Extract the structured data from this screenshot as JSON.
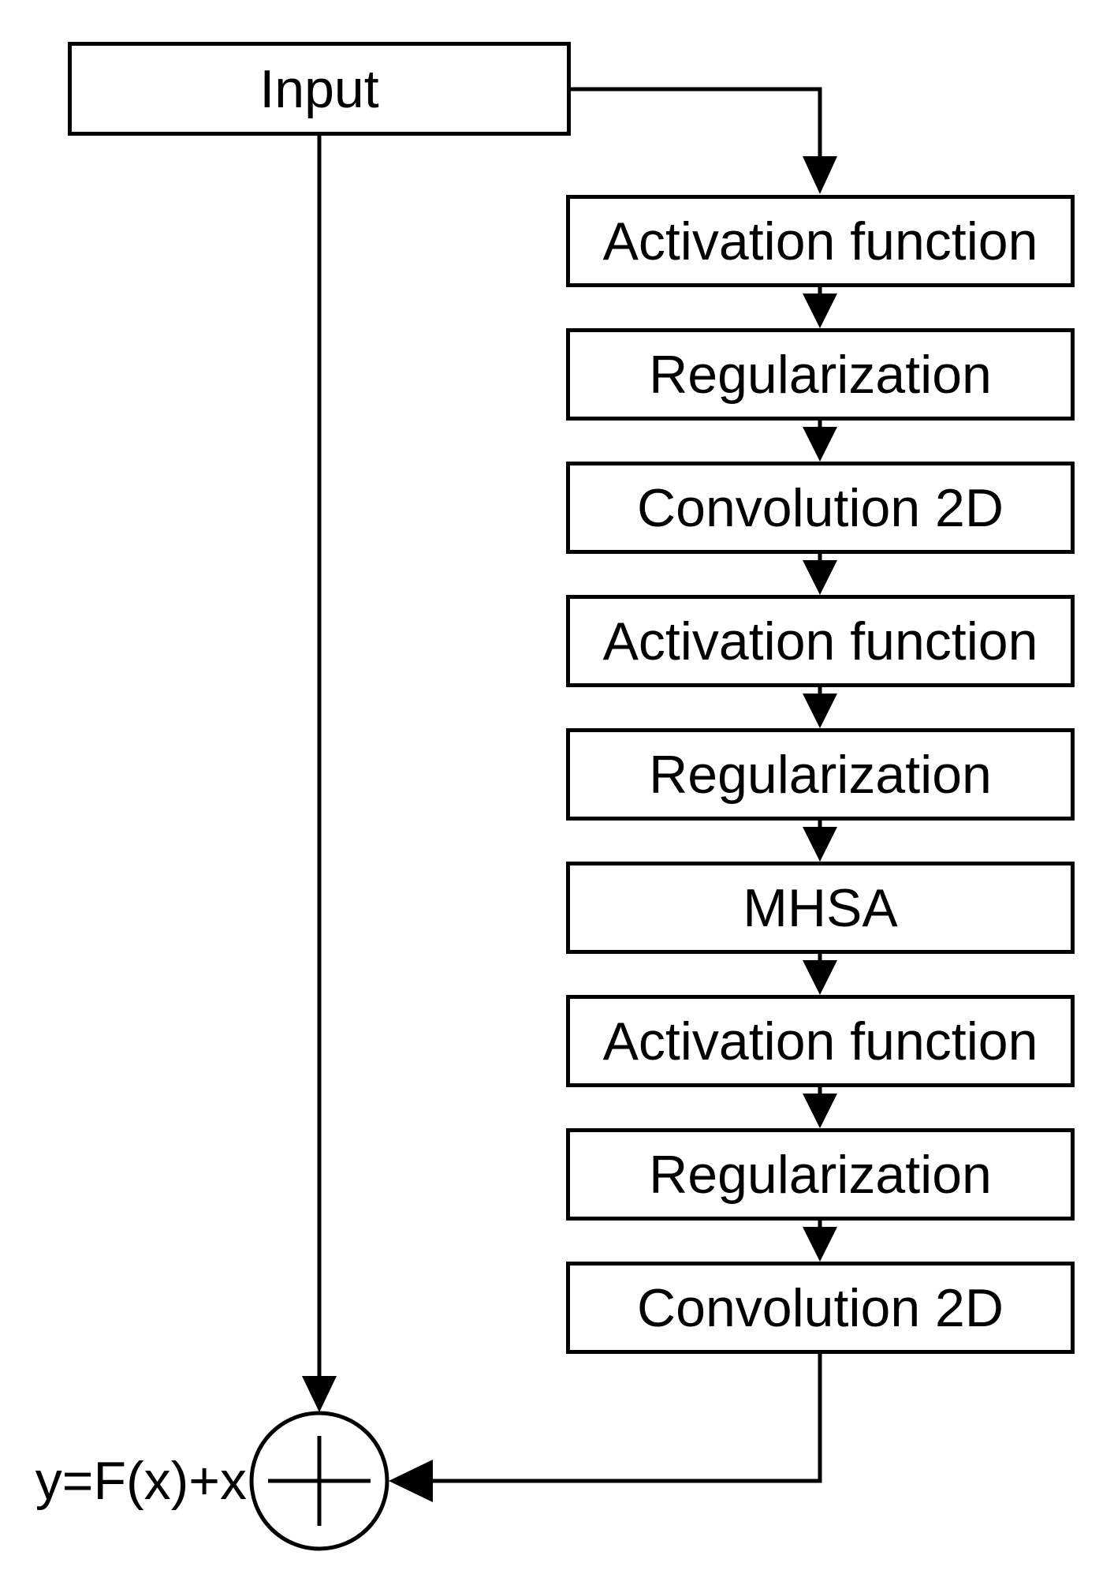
{
  "diagram": {
    "input": {
      "label": "Input"
    },
    "nodes": [
      {
        "label": "Activation function"
      },
      {
        "label": "Regularization"
      },
      {
        "label": "Convolution 2D"
      },
      {
        "label": "Activation function"
      },
      {
        "label": "Regularization"
      },
      {
        "label": "MHSA"
      },
      {
        "label": "Activation function"
      },
      {
        "label": "Regularization"
      },
      {
        "label": "Convolution 2D"
      }
    ],
    "output": {
      "formula": "y=F(x)+x",
      "sum_symbol": "+"
    },
    "colors": {
      "stroke": "#000000",
      "node_fill": "#ffffff",
      "text": "#000000",
      "background": "#ffffff"
    }
  }
}
